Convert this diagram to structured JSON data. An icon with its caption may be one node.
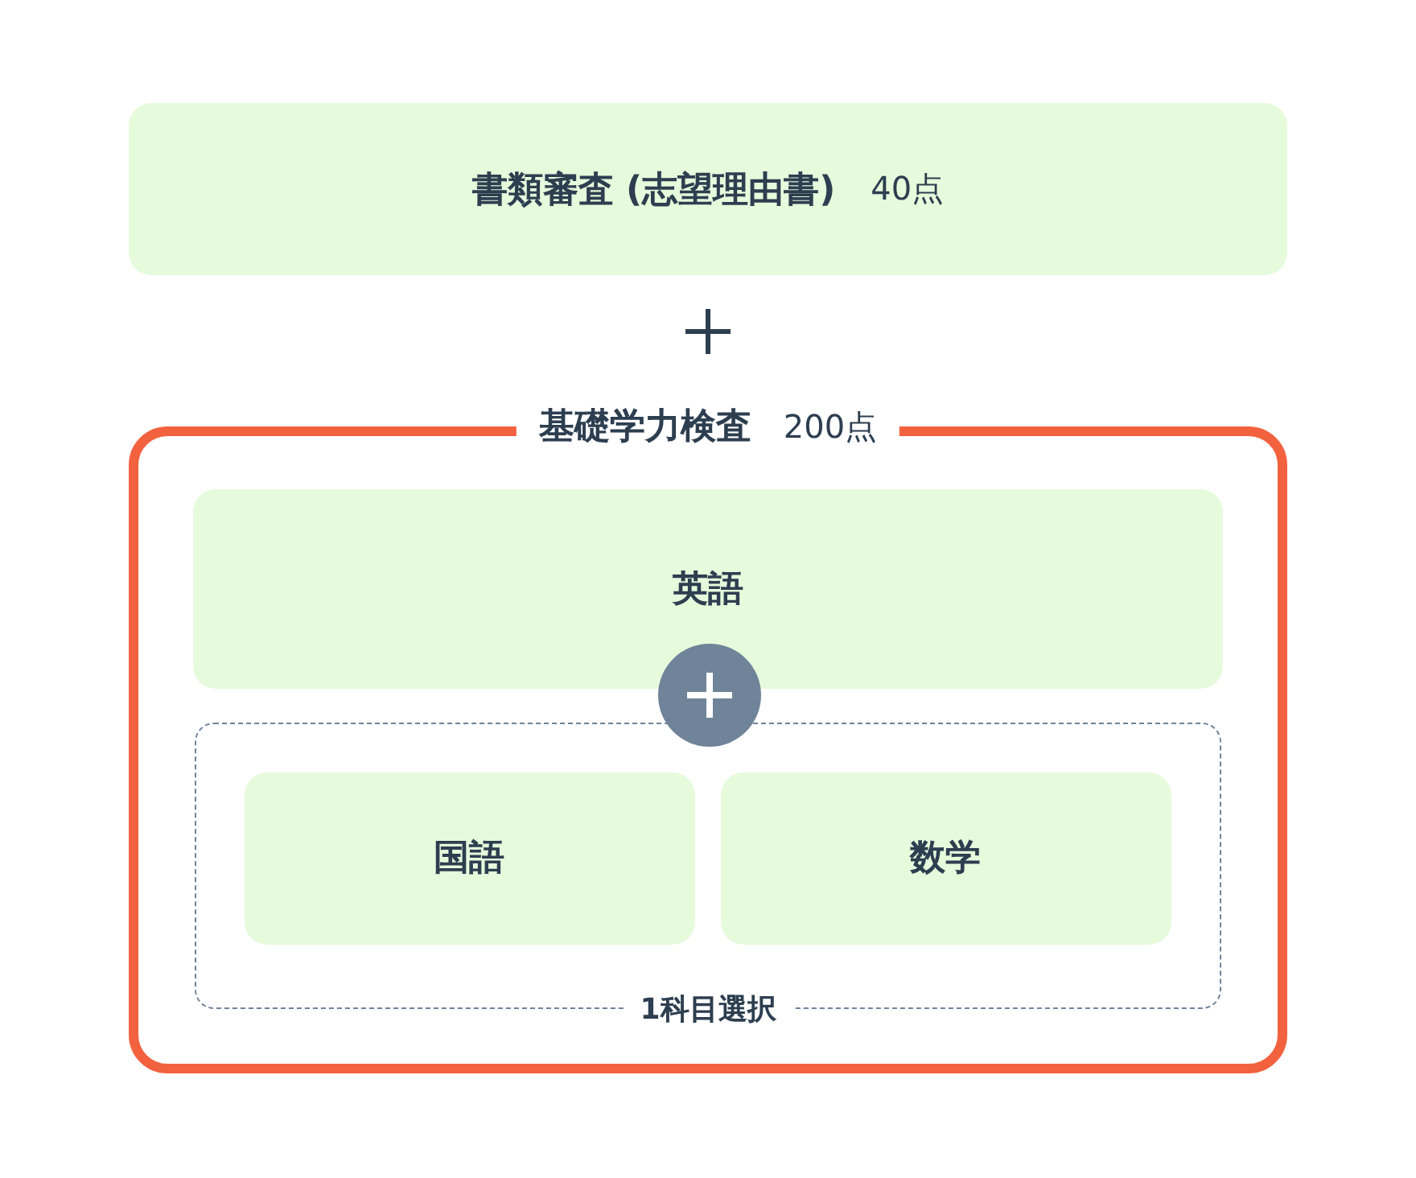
{
  "diagram": {
    "nodes": [
      {
        "text": [
          "書類審査 (志望理由書)",
          "40点"
        ]
      },
      {
        "text": [
          "基礎学力検査",
          "200点"
        ]
      },
      {
        "text": [
          "英語"
        ],
        "in": 1
      },
      {
        "text": [
          "1科目選択"
        ],
        "in": 1
      },
      {
        "text": [
          "国語"
        ],
        "in": 3
      },
      {
        "text": [
          "数学"
        ],
        "in": 3
      }
    ],
    "edges": []
  }
}
